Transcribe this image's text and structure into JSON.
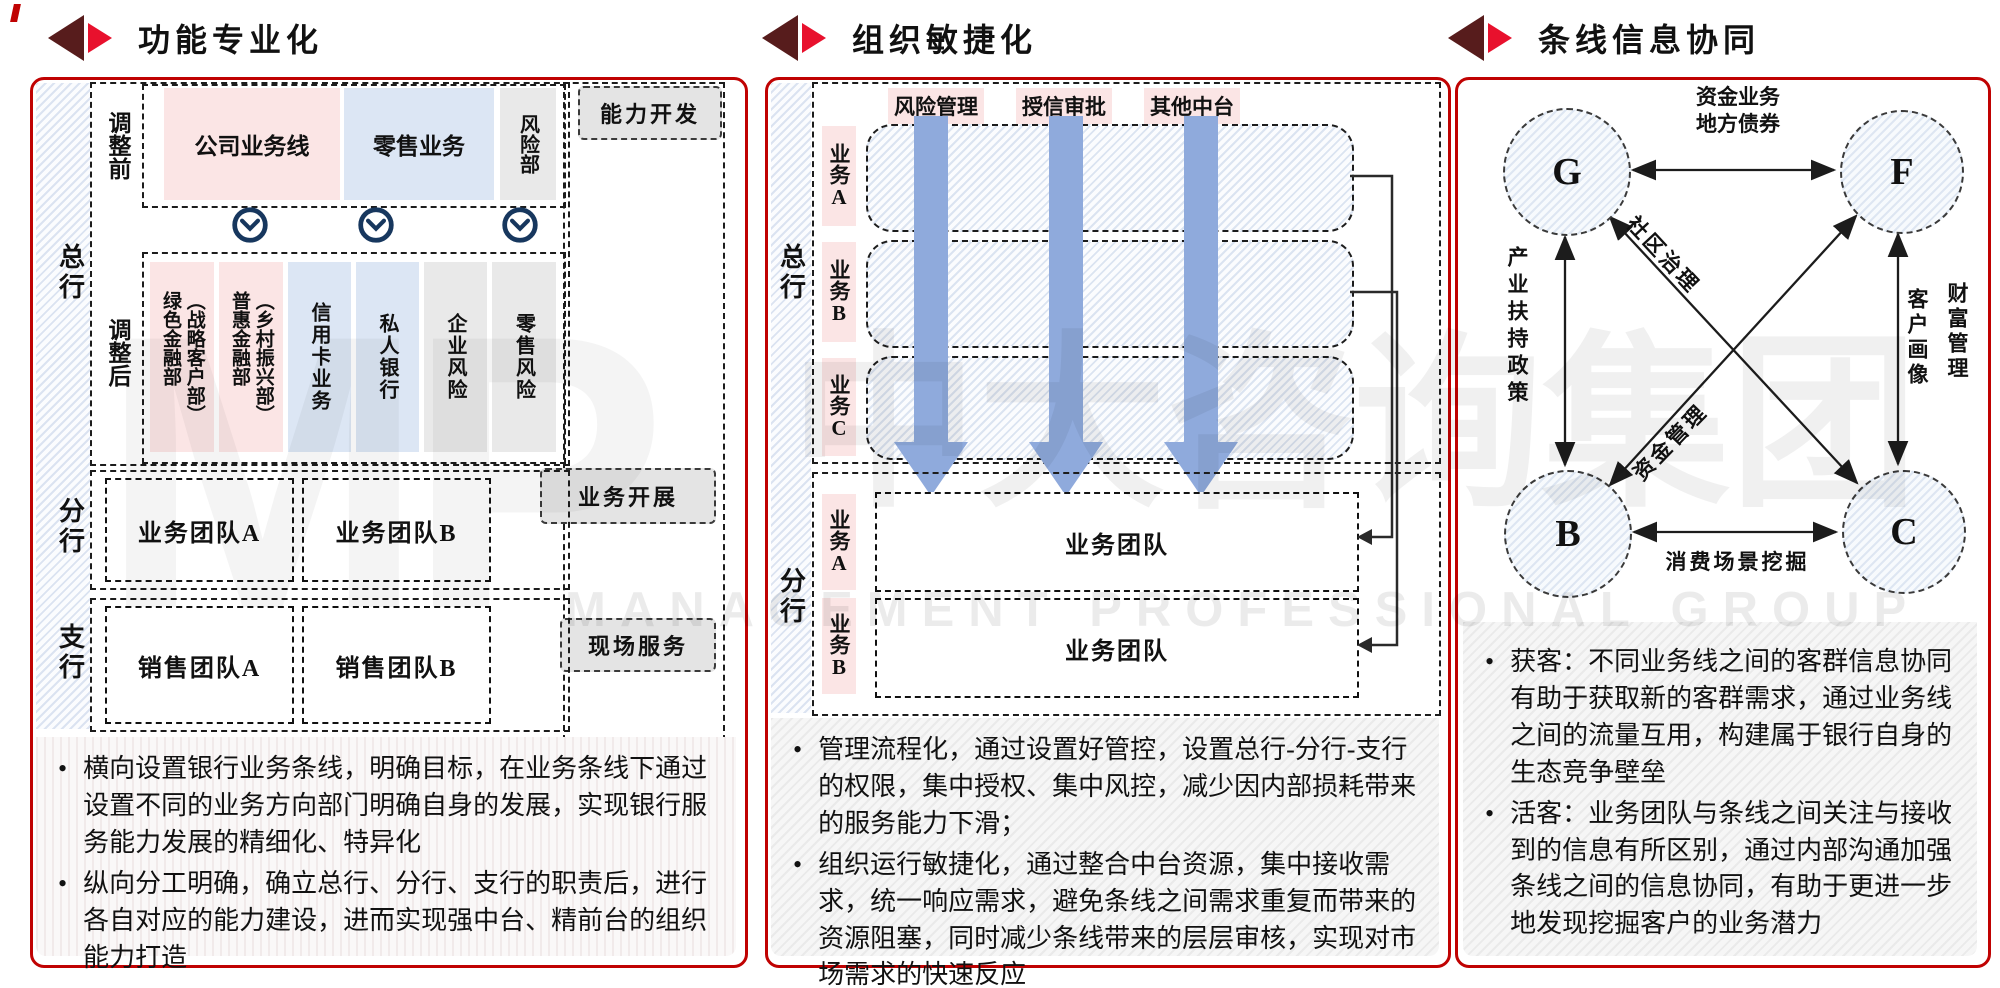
{
  "watermark": {
    "logo": "MP",
    "cn": "中大咨询集团",
    "en": "MANAGEMENT PROFESSIONAL GROUP"
  },
  "left": {
    "title": "功能专业化",
    "row_labels": [
      "总行",
      "分行",
      "支行"
    ],
    "stage_labels": {
      "before": "调整前",
      "after": "调整后"
    },
    "before_blocks": [
      {
        "label": "公司业务线"
      },
      {
        "label": "零售业务"
      },
      {
        "label": "风险部"
      }
    ],
    "after_columns": [
      {
        "main": "绿色金融部",
        "sub": "（战略客户部）"
      },
      {
        "main": "普惠金融部",
        "sub": "（乡村振兴部）"
      },
      {
        "main": "信用卡业务",
        "sub": ""
      },
      {
        "main": "私人银行",
        "sub": ""
      },
      {
        "main": "企业风险",
        "sub": ""
      },
      {
        "main": "零售风险",
        "sub": ""
      }
    ],
    "capability_labels": [
      "能力开发",
      "业务开展",
      "现场服务"
    ],
    "branch_teams": [
      "业务团队A",
      "业务团队B"
    ],
    "subbranch_teams": [
      "销售团队A",
      "销售团队B"
    ],
    "bullets": [
      "横向设置银行业务条线，明确目标，在业务条线下通过设置不同的业务方向部门明确自身的发展，实现银行服务能力发展的精细化、特异化",
      "纵向分工明确，确立总行、分行、支行的职责后，进行各自对应的能力建设，进而实现强中台、精前台的组织能力打造"
    ]
  },
  "middle": {
    "title": "组织敏捷化",
    "row_labels": [
      "总行",
      "分行"
    ],
    "mid_platform_headers": [
      "风险管理",
      "授信审批",
      "其他中台"
    ],
    "hq_lines": [
      "业务A",
      "业务B",
      "业务C"
    ],
    "branch_lines": [
      "业务A",
      "业务B"
    ],
    "branch_teams": [
      "业务团队",
      "业务团队"
    ],
    "bullets": [
      "管理流程化，通过设置好管控，设置总行-分行-支行的权限，集中授权、集中风控，减少因内部损耗带来的服务能力下滑；",
      "组织运行敏捷化，通过整合中台资源，集中接收需求，统一响应需求，避免条线之间需求重复而带来的资源阻塞，同时减少条线带来的层层审核，实现对市场需求的快速反应"
    ]
  },
  "right": {
    "title": "条线信息协同",
    "nodes": [
      "G",
      "F",
      "B",
      "C"
    ],
    "edge_labels": {
      "gf": [
        "资金业务",
        "地方债券"
      ],
      "bc": "消费场景挖掘",
      "gb": "产业扶持政策",
      "fc": [
        "客户画像",
        "财富管理"
      ],
      "gc": "社区治理",
      "bf": "资金管理"
    },
    "bullets": [
      "获客：不同业务线之间的客群信息协同有助于获取新的客群需求，通过业务线之间的流量互用，构建属于银行自身的生态竞争壁垒",
      "活客：业务团队与条线之间关注与接收到的信息有所区别，通过内部沟通加强条线之间的信息协同，有助于更进一步地发现挖掘客户的业务潜力"
    ]
  }
}
